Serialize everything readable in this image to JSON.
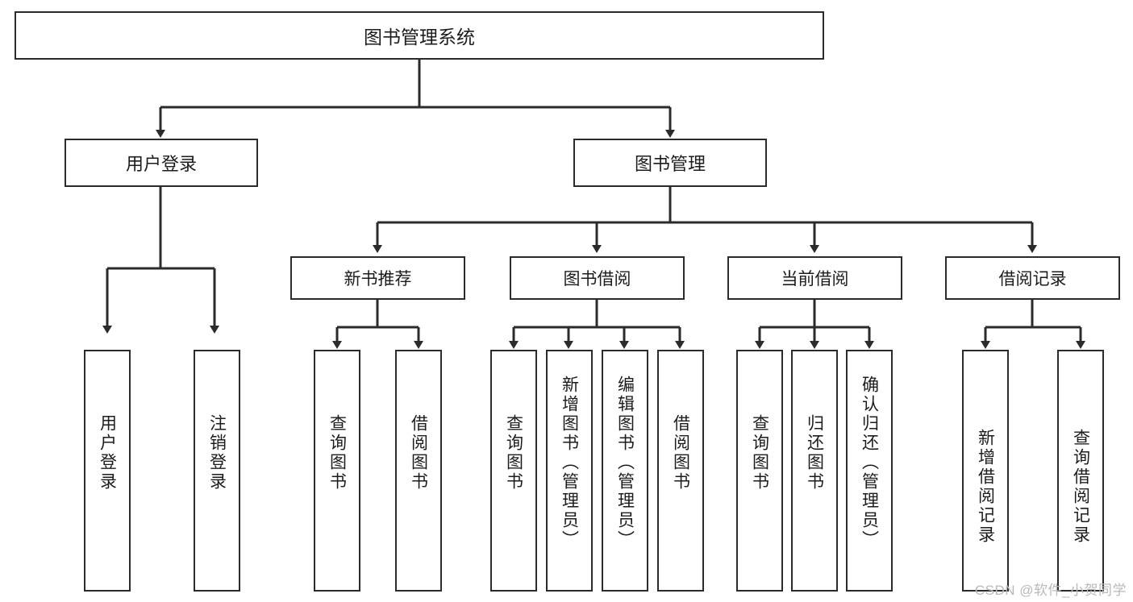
{
  "diagram": {
    "title": "图书管理系统",
    "type": "tree-hierarchy",
    "background_color": "#ffffff",
    "line_color": "#2b2b2b",
    "text_color": "#1c1c1c"
  },
  "root": {
    "label": "图书管理系统"
  },
  "level1": [
    {
      "label": "用户登录"
    },
    {
      "label": "图书管理"
    }
  ],
  "level2": [
    {
      "label": "新书推荐"
    },
    {
      "label": "图书借阅"
    },
    {
      "label": "当前借阅"
    },
    {
      "label": "借阅记录"
    }
  ],
  "leaves": {
    "user_login": [
      {
        "label": "用户登录"
      },
      {
        "label": "注销登录"
      }
    ],
    "new_book_recommend": [
      {
        "label": "查询图书"
      },
      {
        "label": "借阅图书"
      }
    ],
    "book_borrow": [
      {
        "label": "查询图书"
      },
      {
        "label": "新增图书（管理员）"
      },
      {
        "label": "编辑图书（管理员）"
      },
      {
        "label": "借阅图书"
      }
    ],
    "current_borrow": [
      {
        "label": "查询图书"
      },
      {
        "label": "归还图书"
      },
      {
        "label": "确认归还（管理员）"
      }
    ],
    "borrow_record": [
      {
        "label": "新增借阅记录"
      },
      {
        "label": "查询借阅记录"
      }
    ]
  },
  "watermark": {
    "text": "CSDN @软件_小贺同学"
  }
}
